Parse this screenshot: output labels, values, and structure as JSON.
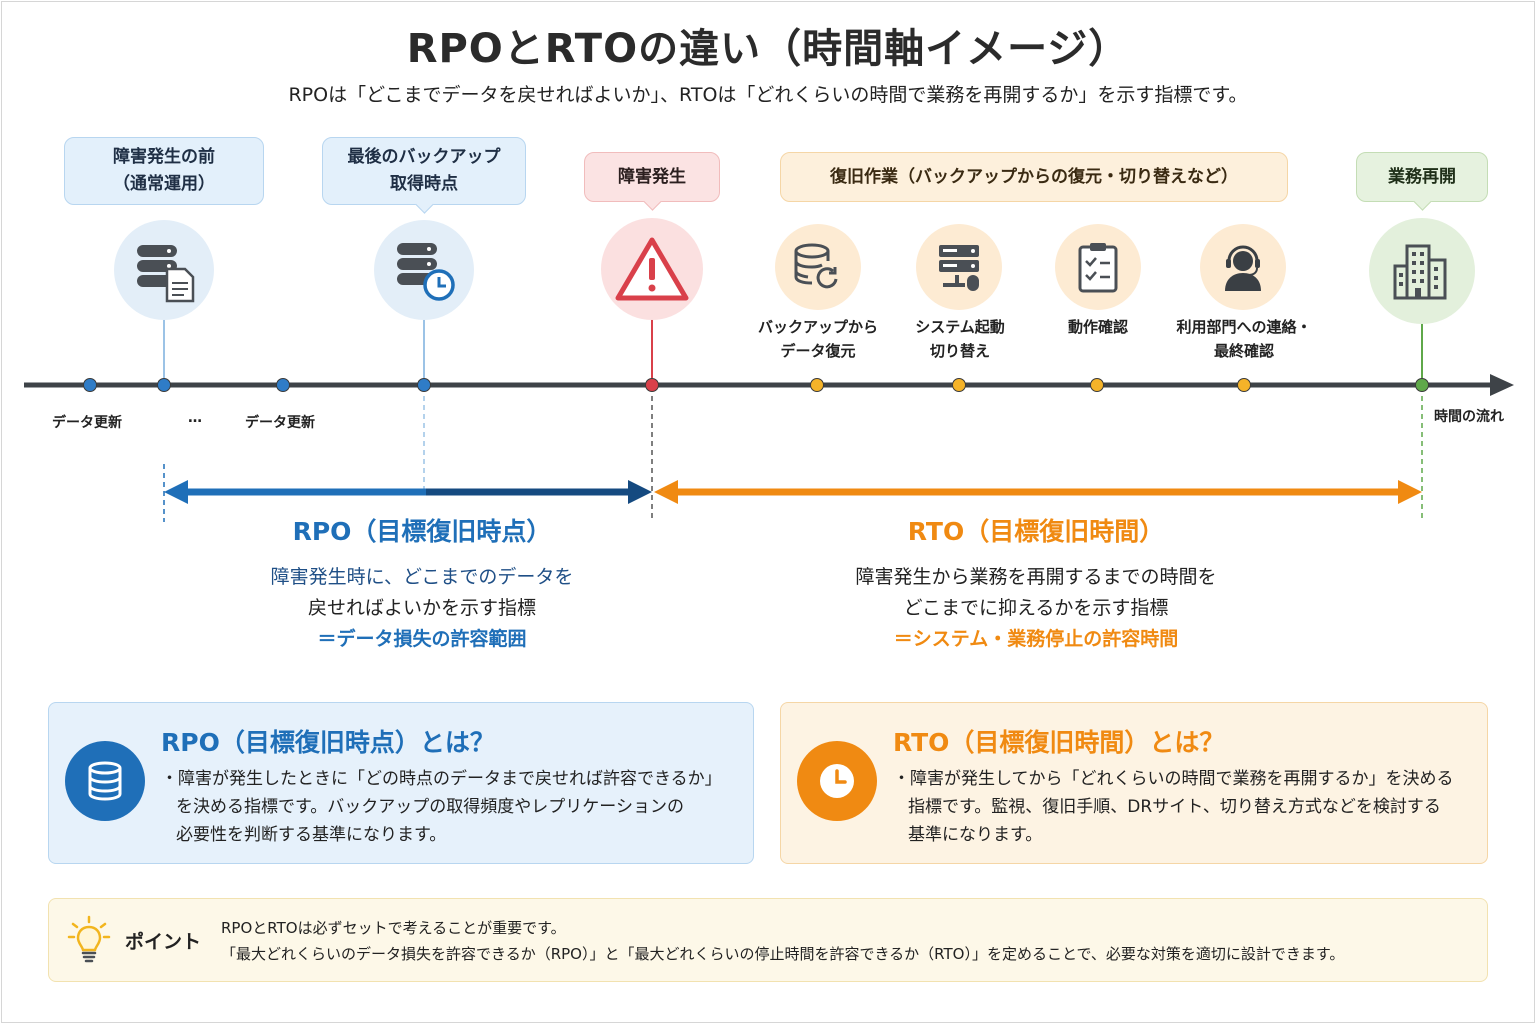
{
  "title": "RPOとRTOの違い（時間軸イメージ）",
  "subtitle": "RPOは「どこまでデータを戻せればよいか」、RTOは「どれくらいの時間で業務を再開するか」を示す指標です。",
  "callouts": {
    "before": [
      "障害発生の前",
      "（通常運用）"
    ],
    "backup": [
      "最後のバックアップ",
      "取得時点"
    ],
    "incident": "障害発生",
    "recovery": "復旧作業（バックアップからの復元・切り替えなど）",
    "resume": "業務再開"
  },
  "steps": [
    {
      "lines": [
        "バックアップから",
        "データ復元"
      ],
      "icon": "database-restore-icon"
    },
    {
      "lines": [
        "システム起動",
        "切り替え"
      ],
      "icon": "server-icon"
    },
    {
      "lines": [
        "動作確認"
      ],
      "icon": "clipboard-check-icon"
    },
    {
      "lines": [
        "利用部門への連絡・",
        "最終確認"
      ],
      "icon": "headset-person-icon"
    }
  ],
  "timeline": {
    "update_label_1": "データ更新",
    "ellipsis": "…",
    "update_label_2": "データ更新",
    "axis_label": "時間の流れ"
  },
  "rpo_range": {
    "title": "RPO（目標復旧時点）",
    "desc_1": "障害発生時に、どこまでのデータを",
    "desc_2": "戻せればよいかを示す指標",
    "desc_3": "＝データ損失の許容範囲"
  },
  "rto_range": {
    "title": "RTO（目標復旧時間）",
    "desc_1": "障害発生から業務を再開するまでの時間を",
    "desc_2": "どこまでに抑えるかを示す指標",
    "desc_3": "＝システム・業務停止の許容時間"
  },
  "rpo_card": {
    "title": "RPO（目標復旧時点）とは？",
    "line_1": "・障害が発生したときに「どの時点のデータまで戻せれば許容できるか」",
    "line_2": "を決める指標です。バックアップの取得頻度やレプリケーションの",
    "line_3": "必要性を判断する基準になります。"
  },
  "rto_card": {
    "title": "RTO（目標復旧時間）とは？",
    "line_1": "・障害が発生してから「どれくらいの時間で業務を再開するか」を決める",
    "line_2": "指標です。監視、復旧手順、DRサイト、切り替え方式などを検討する",
    "line_3": "基準になります。"
  },
  "point": {
    "label": "ポイント",
    "line_1": "RPOとRTOは必ずセットで考えることが重要です。",
    "line_2": "「最大どれくらいのデータ損失を許容できるか（RPO）」と「最大どれくらいの停止時間を許容できるか（RTO）」を定めることで、必要な対策を適切に設計できます。"
  },
  "colors": {
    "rpo_blue": "#1f6fb8",
    "rto_orange": "#f08a12",
    "incident_red": "#d9404a",
    "resume_green": "#5fa84a",
    "timeline": "#3e4348"
  }
}
